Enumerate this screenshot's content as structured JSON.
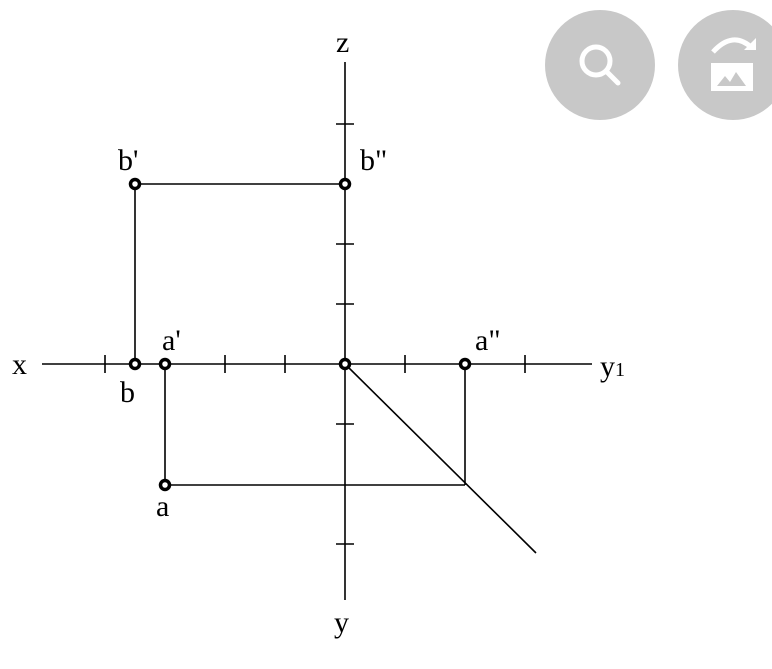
{
  "diagram": {
    "axis_labels": {
      "z": "z",
      "x": "x",
      "y1": "y",
      "y1_sub": "1",
      "y": "y"
    },
    "point_labels": {
      "b_prime": "b'",
      "b_double_prime": "b\"",
      "a_prime": "a'",
      "a_double_prime": "a\"",
      "b": "b",
      "a": "a"
    }
  },
  "overlay": {
    "zoom_button": "search-icon",
    "rotate_image_button": "rotate-image-icon",
    "button_color": "#c8c8c8"
  }
}
